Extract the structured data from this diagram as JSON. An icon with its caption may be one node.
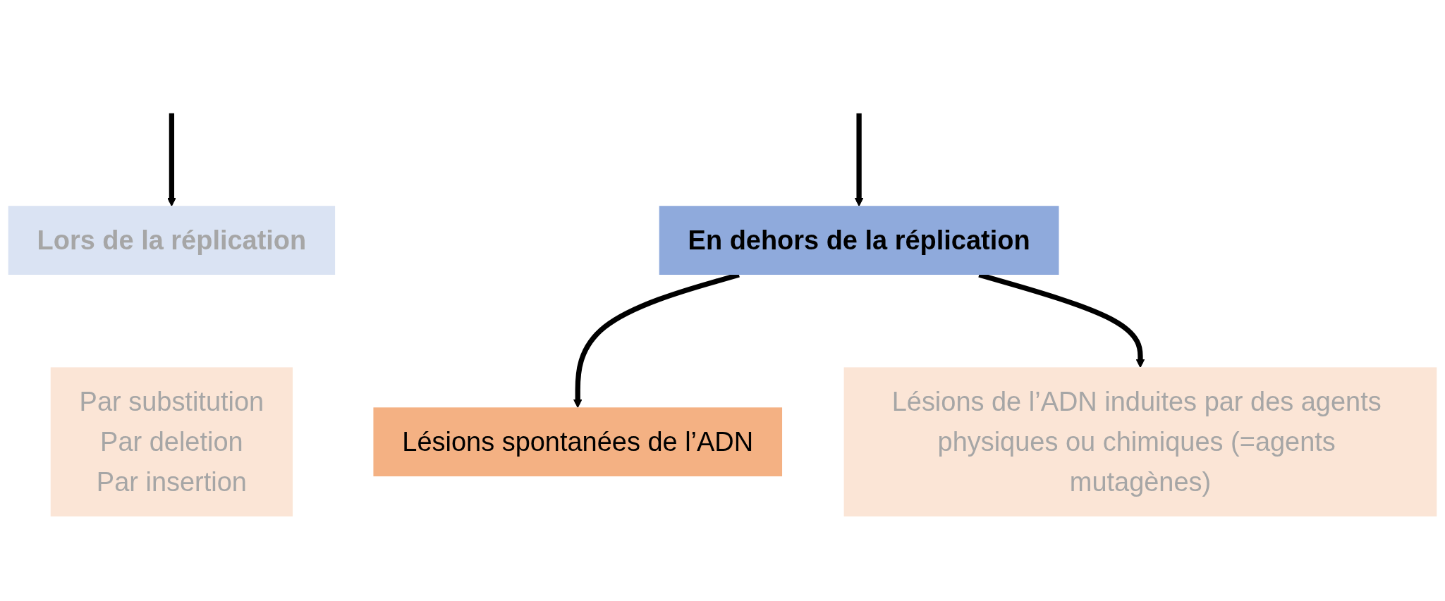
{
  "diagram": {
    "nodes": [
      {
        "text": [
          "Lors de la réplication"
        ]
      },
      {
        "text": [
          "Par substitution",
          "Par deletion",
          "Par insertion"
        ]
      },
      {
        "text": [
          "En dehors de la réplication"
        ]
      },
      {
        "text": [
          "Lésions spontanées de l’ADN"
        ]
      },
      {
        "text": [
          "Lésions de l’ADN induites par des agents physiques ou chimiques (=agents mutagènes)"
        ]
      }
    ],
    "edges": [
      {
        "from": null,
        "to": 0,
        "arrow": "to"
      },
      {
        "from": null,
        "to": 2,
        "arrow": "to"
      },
      {
        "from": 2,
        "to": 3,
        "arrow": "to"
      },
      {
        "from": 2,
        "to": 4,
        "arrow": "to"
      }
    ]
  }
}
